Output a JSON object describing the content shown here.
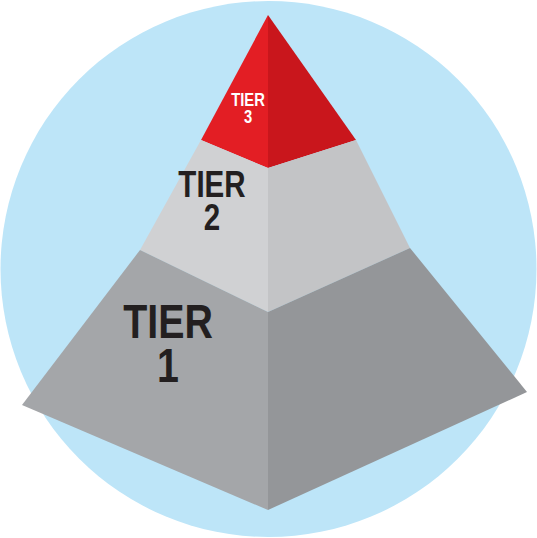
{
  "diagram": {
    "nodes": [
      {
        "text": [
          "TIER 3"
        ]
      },
      {
        "text": [
          "TIER 2"
        ]
      },
      {
        "text": [
          "TIER 1"
        ]
      }
    ]
  }
}
